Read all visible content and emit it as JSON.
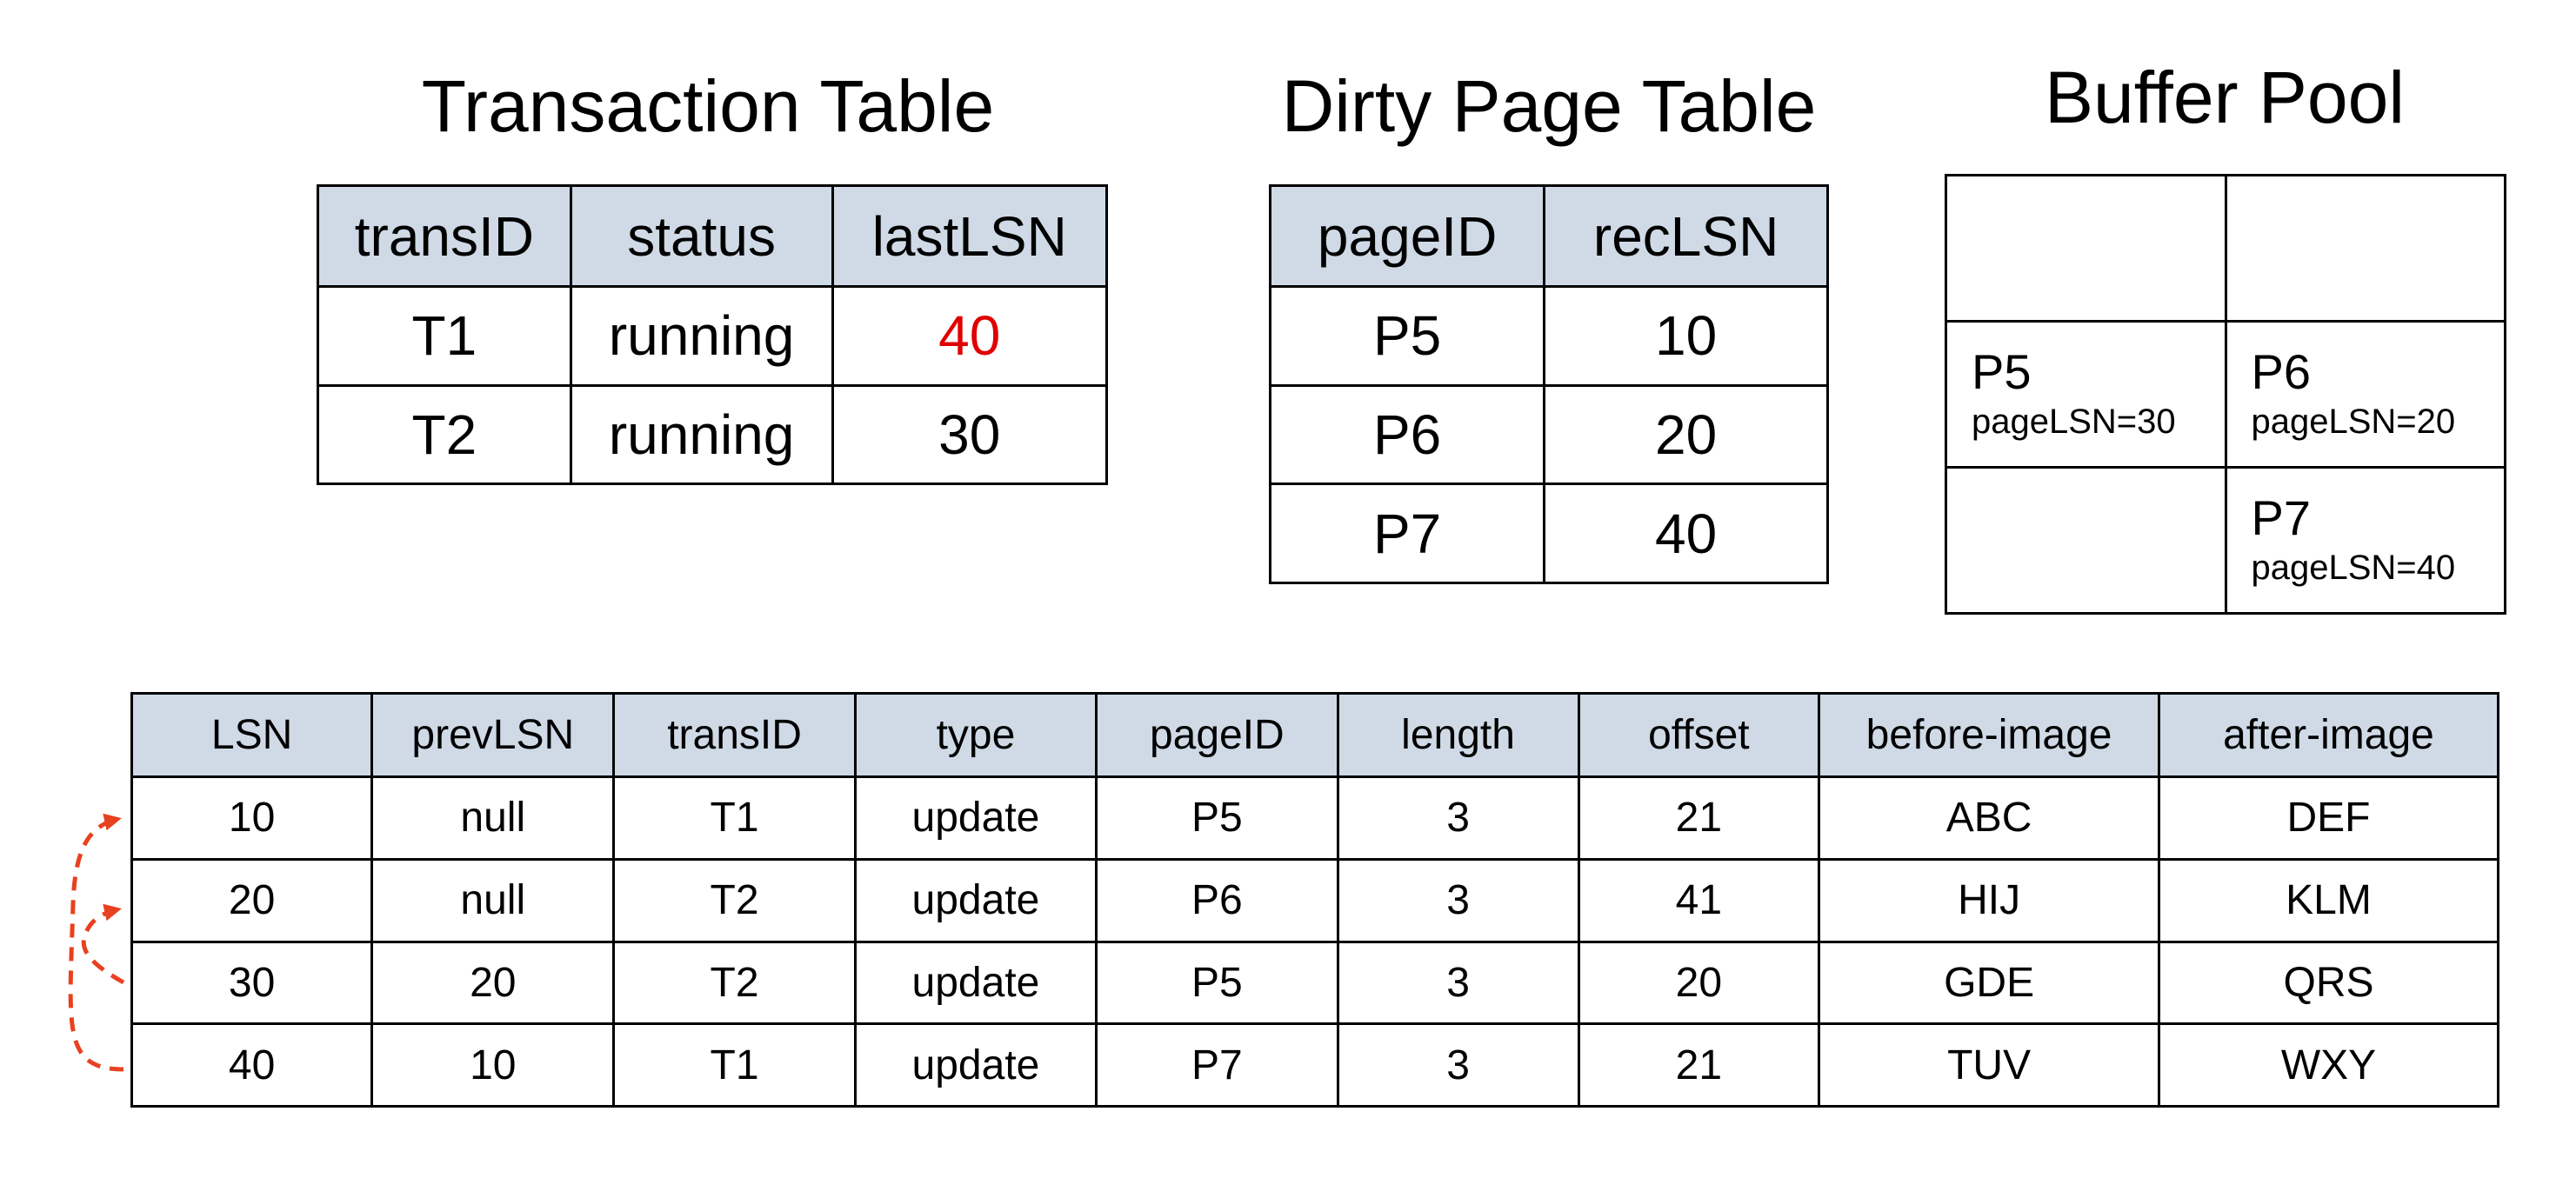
{
  "transaction_table": {
    "title": "Transaction Table",
    "headers": [
      "transID",
      "status",
      "lastLSN"
    ],
    "rows": [
      {
        "transID": "T1",
        "status": "running",
        "lastLSN": "40"
      },
      {
        "transID": "T2",
        "status": "running",
        "lastLSN": "30"
      }
    ],
    "highlight_color": "#e00000"
  },
  "dirty_page_table": {
    "title": "Dirty Page Table",
    "headers": [
      "pageID",
      "recLSN"
    ],
    "rows": [
      {
        "pageID": "P5",
        "recLSN": "10"
      },
      {
        "pageID": "P6",
        "recLSN": "20"
      },
      {
        "pageID": "P7",
        "recLSN": "40"
      }
    ]
  },
  "buffer_pool": {
    "title": "Buffer Pool",
    "slots": [
      {
        "page": "",
        "lsn": ""
      },
      {
        "page": "",
        "lsn": ""
      },
      {
        "page": "P5",
        "lsn": "pageLSN=30"
      },
      {
        "page": "P6",
        "lsn": "pageLSN=20"
      },
      {
        "page": "",
        "lsn": ""
      },
      {
        "page": "P7",
        "lsn": "pageLSN=40"
      }
    ]
  },
  "log": {
    "headers": [
      "LSN",
      "prevLSN",
      "transID",
      "type",
      "pageID",
      "length",
      "offset",
      "before-image",
      "after-image"
    ],
    "rows": [
      [
        "10",
        "null",
        "T1",
        "update",
        "P5",
        "3",
        "21",
        "ABC",
        "DEF"
      ],
      [
        "20",
        "null",
        "T2",
        "update",
        "P6",
        "3",
        "41",
        "HIJ",
        "KLM"
      ],
      [
        "30",
        "20",
        "T2",
        "update",
        "P5",
        "3",
        "20",
        "GDE",
        "QRS"
      ],
      [
        "40",
        "10",
        "T1",
        "update",
        "P7",
        "3",
        "21",
        "TUV",
        "WXY"
      ]
    ],
    "header_color": "#cfdae6",
    "arrow_color": "#e8411f"
  }
}
